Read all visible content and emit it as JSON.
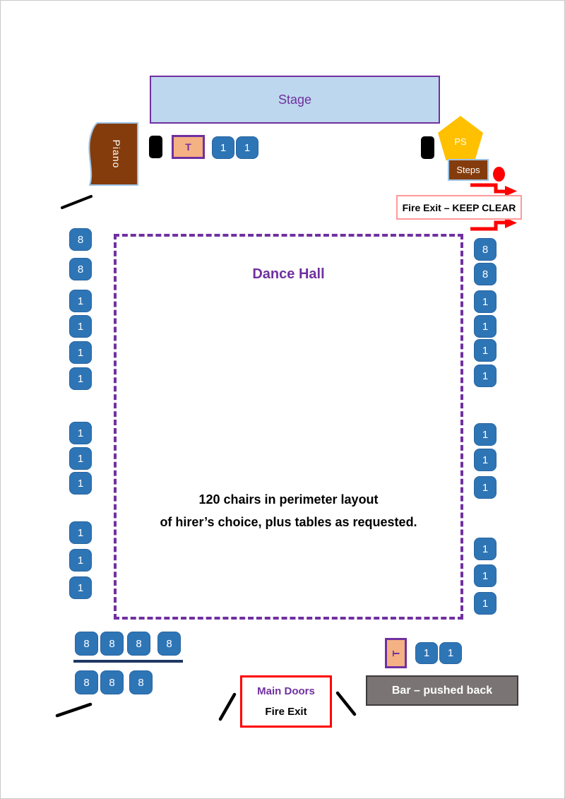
{
  "stage": {
    "label": "Stage"
  },
  "piano": {
    "label": "Piano"
  },
  "stage_table": {
    "label": "T"
  },
  "bottom_table": {
    "label": "T"
  },
  "ps_marker": {
    "label": "PS"
  },
  "steps": {
    "label": "Steps"
  },
  "fire_exit_sign": {
    "label": "Fire Exit – KEEP CLEAR"
  },
  "dance_hall": {
    "title": "Dance Hall",
    "note_line1": "120 chairs in perimeter layout",
    "note_line2": "of hirer’s choice, plus tables as requested."
  },
  "main_doors": {
    "line1": "Main Doors",
    "line2": "Fire Exit"
  },
  "bar": {
    "label": "Bar – pushed back"
  },
  "chairs": {
    "stage_row": [
      "1",
      "1"
    ],
    "left_column": [
      "8",
      "8",
      "1",
      "1",
      "1",
      "1",
      "1",
      "1",
      "1",
      "1",
      "1",
      "1"
    ],
    "right_column": [
      "8",
      "8",
      "1",
      "1",
      "1",
      "1",
      "1",
      "1",
      "1",
      "1",
      "1",
      "1"
    ],
    "bottom_row_upper": [
      "8",
      "8",
      "8",
      "8"
    ],
    "bottom_row_lower": [
      "8",
      "8",
      "8"
    ],
    "bar_row": [
      "1",
      "1"
    ]
  },
  "colors": {
    "chair_blue": "#2E75B6",
    "stage_fill": "#BDD7EE",
    "accent_purple": "#7030A0",
    "table_peach": "#F4B183",
    "wood_brown": "#843C0C",
    "ps_gold": "#FFC000",
    "alert_red": "#FF0000",
    "bar_gray": "#7A7574",
    "divider_navy": "#1F3864"
  }
}
